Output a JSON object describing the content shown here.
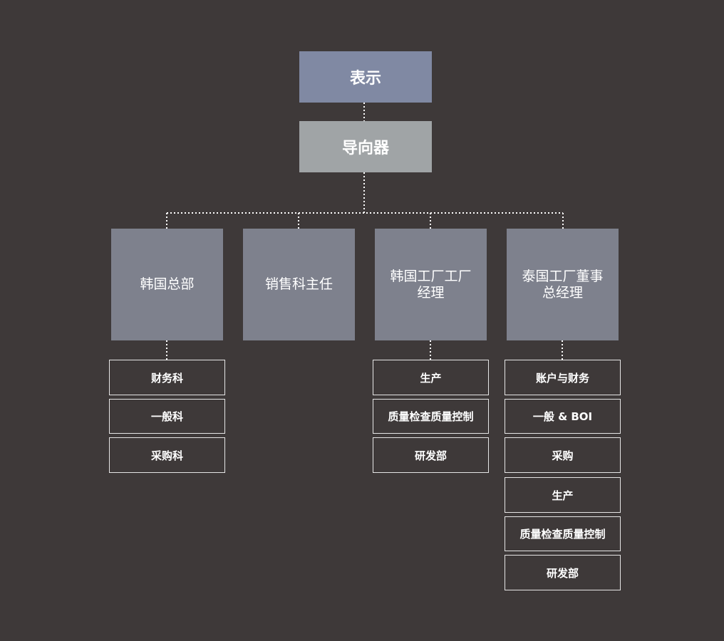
{
  "top": {
    "label": "表示"
  },
  "navigator": {
    "label": "导向器"
  },
  "departments": [
    {
      "label": "韩国总部",
      "children": [
        "财务科",
        "一般科",
        "采购科"
      ]
    },
    {
      "label": "销售科主任",
      "children": []
    },
    {
      "label": "韩国工厂工厂\n经理",
      "children": [
        "生产",
        "质量检查质量控制",
        "研发部"
      ]
    },
    {
      "label": "泰国工厂董事\n总经理",
      "children": [
        "账户与财务",
        "一般 & BOI",
        "采购",
        "生产",
        "质量检查质量控制",
        "研发部"
      ]
    }
  ],
  "colors": {
    "background": "#3e3939",
    "top_box": "#8089a3",
    "navigator_box": "#a0a4a6",
    "department_box": "#7e818d",
    "connector": "#ffffff"
  }
}
